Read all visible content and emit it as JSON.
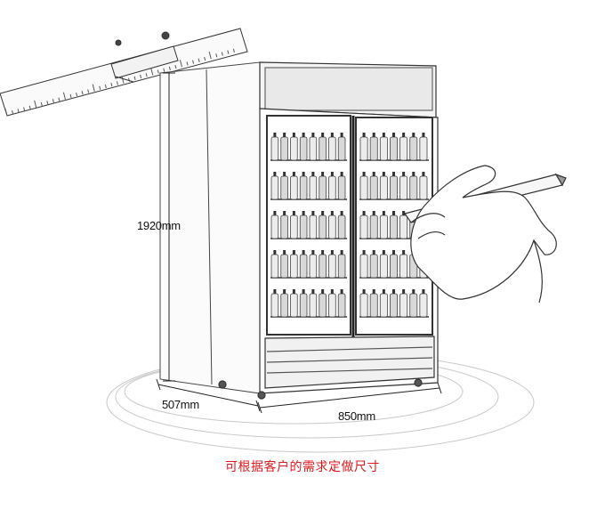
{
  "dimensions": {
    "height": "1920mm",
    "depth": "507mm",
    "width": "850mm"
  },
  "caption": "可根据客户的需求定做尺寸",
  "colors": {
    "caption": "#e0191e",
    "ink": "#222222"
  },
  "illustration": {
    "subject": "two-door glass beverage cooler",
    "ruler": "ruler-icon",
    "hand": "hand-holding-pencil-icon"
  }
}
